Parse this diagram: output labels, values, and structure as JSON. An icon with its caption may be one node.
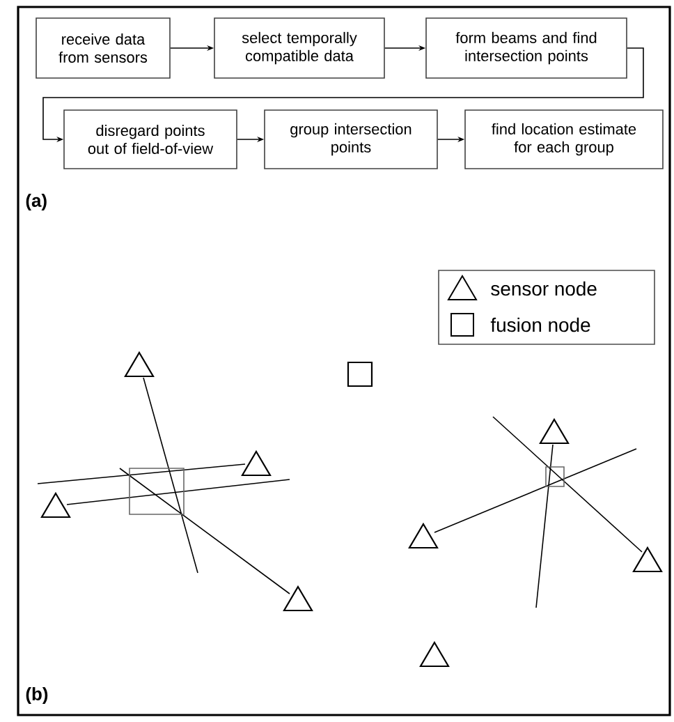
{
  "diagram": {
    "nodes": [
      {
        "text": [
          "receive data from sensors"
        ]
      },
      {
        "text": [
          "select temporally compatible data"
        ]
      },
      {
        "text": [
          "form beams and find intersection points"
        ]
      },
      {
        "text": [
          "disregard points out of field-of-view"
        ]
      },
      {
        "text": [
          "group intersection points"
        ]
      },
      {
        "text": [
          "find location estimate for each group"
        ]
      }
    ],
    "edges": [
      {
        "from": 0,
        "to": 1,
        "arrow": "to"
      },
      {
        "from": 1,
        "to": 2,
        "arrow": "to"
      },
      {
        "from": 2,
        "to": 3,
        "arrow": "to"
      },
      {
        "from": 3,
        "to": 4,
        "arrow": "to"
      },
      {
        "from": 4,
        "to": 5,
        "arrow": "to"
      }
    ],
    "labels": [
      "(a)",
      "(b)"
    ],
    "legend": [
      {
        "text": "sensor node"
      },
      {
        "text": "fusion node"
      }
    ]
  }
}
